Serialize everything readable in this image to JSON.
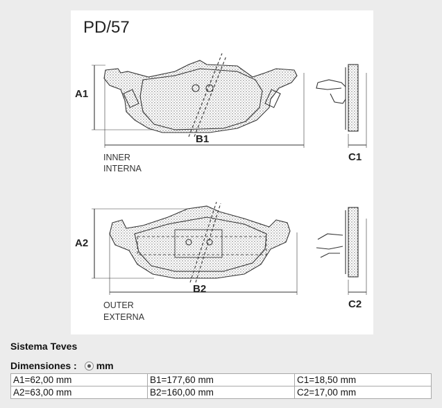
{
  "drawing": {
    "title": "PD/57",
    "labels": {
      "a1": "A1",
      "b1": "B1",
      "c1": "C1",
      "a2": "A2",
      "b2": "B2",
      "c2": "C2",
      "inner_en": "INNER",
      "inner_es": "INTERNA",
      "outer_en": "OUTER",
      "outer_es": "EXTERNA"
    }
  },
  "system_label": "Sistema Teves",
  "dimensions": {
    "label": "Dimensiones :",
    "unit": "mm",
    "rows": [
      [
        "A1=62,00 mm",
        "B1=177,60 mm",
        "C1=18,50 mm"
      ],
      [
        "A2=63,00 mm",
        "B2=160,00 mm",
        "C2=17,00 mm"
      ]
    ]
  }
}
